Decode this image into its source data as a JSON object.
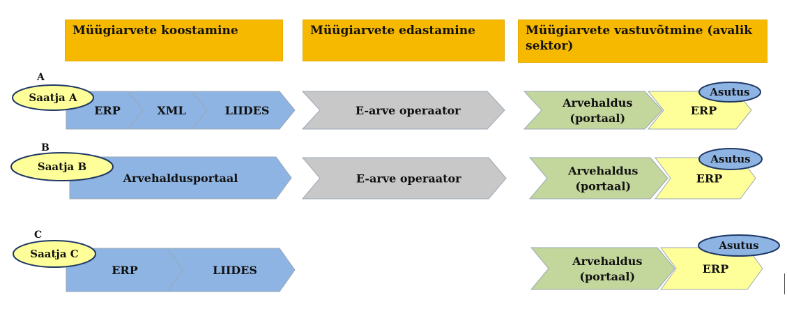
{
  "headers": {
    "creation": "Müügiarvete koostamine",
    "forwarding": "Müügiarvete edastamine",
    "receiving": "Müügiarvete vastuvõtmine (avalik sektor)"
  },
  "rows": [
    {
      "letter": "A",
      "sender": "Saatja  A",
      "creation_steps": [
        "ERP",
        "XML",
        "LIIDES"
      ],
      "operator": "E-arve operaator",
      "receiver_portal": [
        "Arvehaldus",
        "(portaal)"
      ],
      "receiver_erp": "ERP",
      "institution": "Asutus"
    },
    {
      "letter": "B",
      "sender": "Saatja  B",
      "creation_steps": [
        "Arvehaldusportaal"
      ],
      "operator": "E-arve operaator",
      "receiver_portal": [
        "Arvehaldus",
        "(portaal)"
      ],
      "receiver_erp": "ERP",
      "institution": "Asutus"
    },
    {
      "letter": "C",
      "sender": "Saatja  C",
      "creation_steps": [
        "ERP",
        "LIIDES"
      ],
      "operator": "",
      "receiver_portal": [
        "Arvehaldus",
        "(portaal)"
      ],
      "receiver_erp": "ERP",
      "institution": "Asutus"
    }
  ],
  "colors": {
    "header_bg": "#f7b900",
    "creation_fill": "#8eb4e3",
    "operator_fill": "#c8c8c8",
    "portal_fill": "#c3d69b",
    "erp_fill": "#ffff99",
    "sender_fill": "#ffff99",
    "institution_fill": "#8eb4e3",
    "outline": "#1f3864"
  }
}
